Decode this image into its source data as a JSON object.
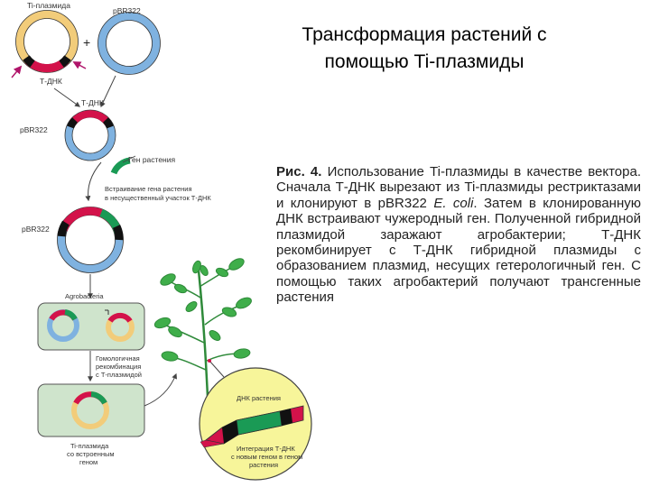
{
  "title": {
    "line1": "Трансформация растений с",
    "line2": "помощью Ti-плазмиды"
  },
  "caption": {
    "fig_label": "Рис. 4.",
    "part1": " Использование Ti-плазмиды в качестве вектора. Сначала Т-ДНК вырезают из Ti-плазмиды рестриктазами и клонируют в pBR322 ",
    "species": "E. coli",
    "part2": ". Затем в клонированную ДНК встраивают чужеродный ген. Полученной гибридной плазмидой заражают агробактерии; Т-ДНК рекомбинирует с Т-ДНК гибридной плазмиды с образованием плазмид, несущих гетерологичный ген. С помощью таких агробактерий получают трансгенные растения"
  },
  "labels": {
    "ti_plasmid": "Ti-плазмида",
    "pbr322_top": "pBR322",
    "plus": "+",
    "t_dna": "Т-ДНК",
    "t_dna_2": "Т-ДНК",
    "pbr322_mid": "pBR322",
    "plant_gene": "Ген растения",
    "insertion_line1": "Встраивание гена растения",
    "insertion_line2": "в несущественный участок Т-ДНК",
    "pbr322_hybrid": "pBR322",
    "agrobacteria": "Agrobacteria",
    "recomb_line1": "Гомологичная",
    "recomb_line2": "рекомбинация",
    "recomb_line3": "с Т-плазмидой",
    "result_line1": "Ti-плазмида",
    "result_line2": "со встроенным",
    "result_line3": "геном",
    "dna_of_plant": "ДНК растения",
    "integration_line1": "Интеграция Т-ДНК",
    "integration_line2": "с новым геном в геном",
    "integration_line3": "растения"
  },
  "colors": {
    "ti_plasmid": "#f2cc7a",
    "pbr322": "#7fb2e0",
    "t_dna": "#d3124a",
    "plant_gene": "#1a9a55",
    "cell": "#cfe4cc",
    "zoom_circle": "#f7f59a",
    "plant": "#3fae4a"
  }
}
